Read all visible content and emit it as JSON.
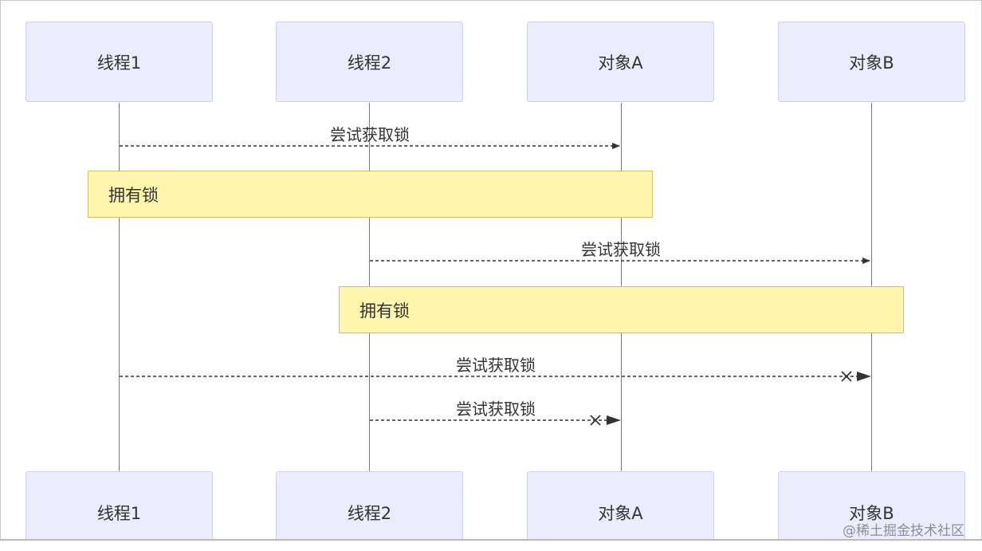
{
  "actors": {
    "thread1": "线程1",
    "thread2": "线程2",
    "objA": "对象A",
    "objB": "对象B"
  },
  "messages": {
    "m1": "尝试获取锁",
    "m2": "尝试获取锁",
    "m3": "尝试获取锁",
    "m4": "尝试获取锁"
  },
  "notes": {
    "n1": "拥有锁",
    "n2": "拥有锁"
  },
  "watermark": "@稀土掘金技术社区",
  "colors": {
    "actor_fill": "#ececff",
    "actor_border": "#cfcff1",
    "note_fill": "#fff5ad",
    "note_border": "#c9c26a",
    "line": "#333333"
  }
}
